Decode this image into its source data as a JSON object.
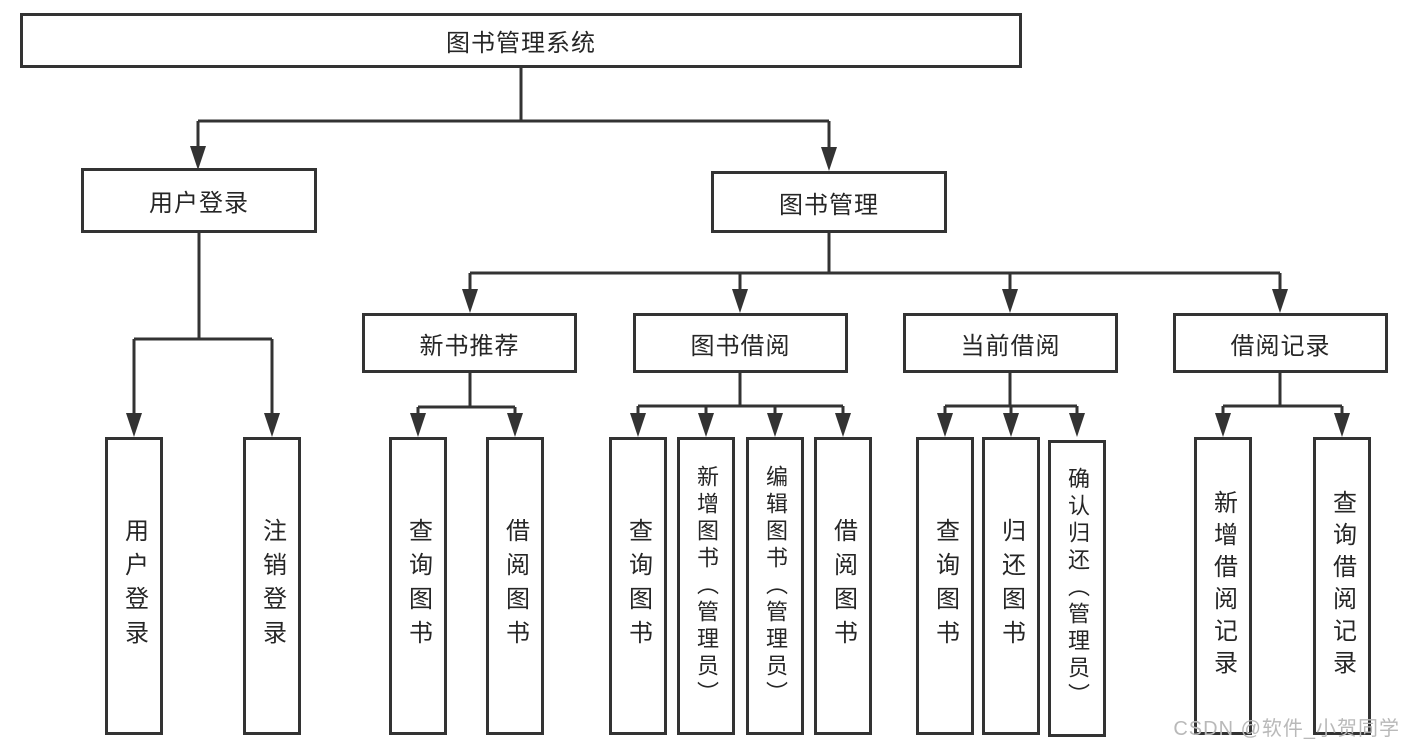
{
  "diagram": {
    "root": "图书管理系统",
    "level2": [
      "用户登录",
      "图书管理"
    ],
    "level3": [
      "新书推荐",
      "图书借阅",
      "当前借阅",
      "借阅记录"
    ],
    "leaves": {
      "user_login": [
        "用户登录",
        "注销登录"
      ],
      "new_book_recommend": [
        "查询图书",
        "借阅图书"
      ],
      "book_borrow": [
        "查询图书",
        "新增图书（管理员）",
        "编辑图书（管理员）",
        "借阅图书"
      ],
      "current_borrow": [
        "查询图书",
        "归还图书",
        "确认归还（管理员）"
      ],
      "borrow_record": [
        "新增借阅记录",
        "查询借阅记录"
      ]
    },
    "colors": {
      "line": "#333333",
      "text": "#262626",
      "background": "#ffffff"
    }
  },
  "watermark": {
    "text": "CSDN @软件_小贺同学",
    "color": "#b9b9b9"
  }
}
